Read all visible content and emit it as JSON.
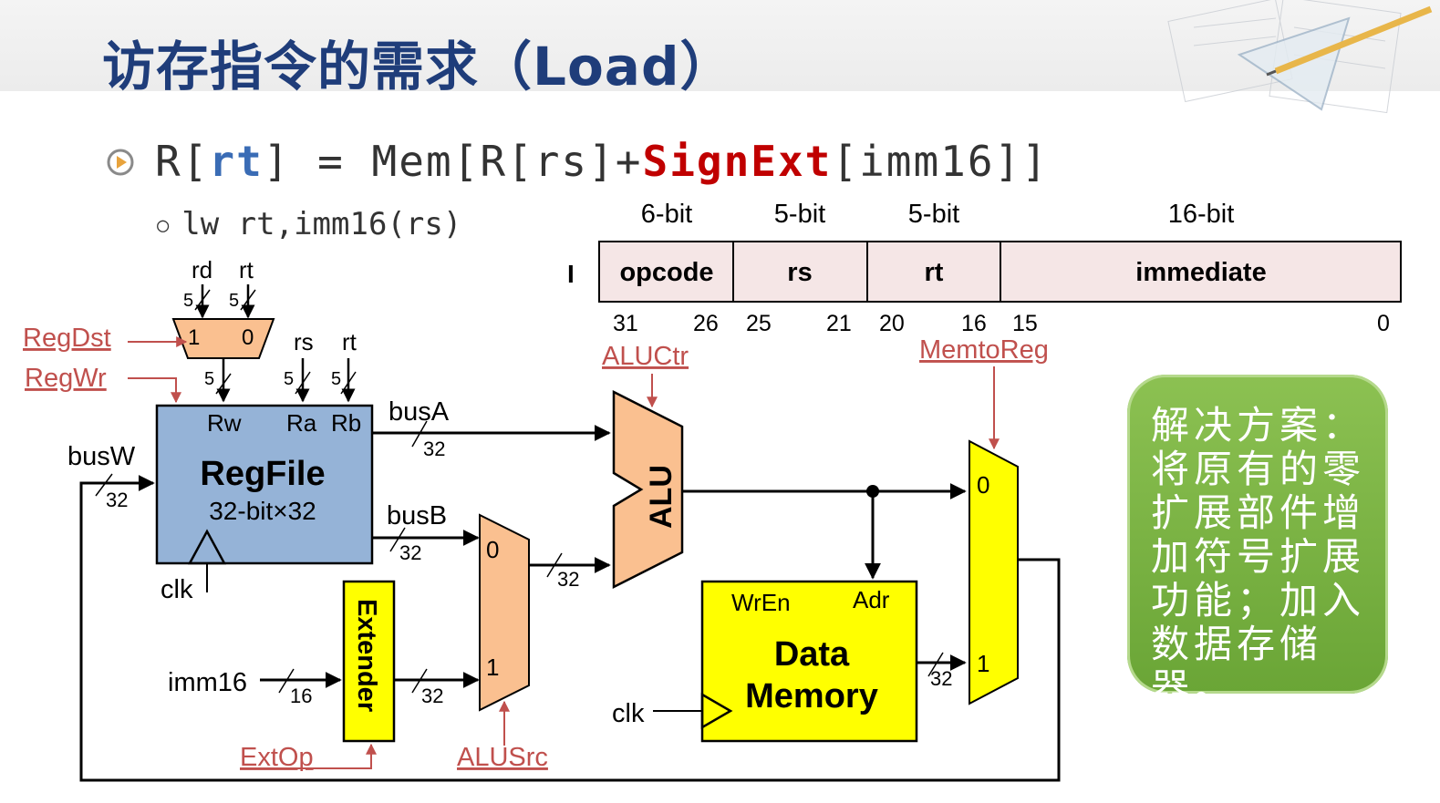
{
  "title": "访存指令的需求（Load）",
  "formula": {
    "p1": "R[",
    "rt": "rt",
    "p2": "] = Mem[R[rs]+",
    "signext": "SignExt",
    "p3": "[imm16]]"
  },
  "sub_bullet": "lw rt,imm16(rs)",
  "instruction_format": {
    "type_label": "I",
    "fields": [
      {
        "bits": "6-bit",
        "name": "opcode",
        "hi": "31",
        "lo": "26"
      },
      {
        "bits": "5-bit",
        "name": "rs",
        "hi": "25",
        "lo": "21"
      },
      {
        "bits": "5-bit",
        "name": "rt",
        "hi": "20",
        "lo": "16"
      },
      {
        "bits": "16-bit",
        "name": "immediate",
        "hi": "15",
        "lo": "0"
      }
    ],
    "fill_color": "#f5e6e6"
  },
  "control_signals": {
    "regdst": "RegDst",
    "regwr": "RegWr",
    "aluctr": "ALUCtr",
    "memtoreg": "MemtoReg",
    "extop": "ExtOp",
    "alusrc": "ALUSrc",
    "color": "#c0504d"
  },
  "regdst_mux": {
    "in1_label": "rd",
    "in0_label": "rt",
    "in1": "1",
    "in0": "0",
    "width1": "5",
    "width0": "5",
    "out_width": "5"
  },
  "regfile": {
    "title": "RegFile",
    "subtitle": "32-bit×32",
    "port_rw": "Rw",
    "port_ra": "Ra",
    "port_rb": "Rb",
    "ra_label": "rs",
    "rb_label": "rt",
    "ra_width": "5",
    "rb_width": "5",
    "clk": "clk",
    "color": "#95b3d7"
  },
  "busW": {
    "label": "busW",
    "width": "32"
  },
  "busA": {
    "label": "busA",
    "width": "32"
  },
  "busB": {
    "label": "busB",
    "width": "32"
  },
  "alusrc_mux": {
    "in0": "0",
    "in1": "1",
    "out_width": "32"
  },
  "alu": {
    "label": "ALU",
    "color": "#fac090"
  },
  "extender": {
    "label": "Extender",
    "input": "imm16",
    "in_width": "16",
    "out_width": "32",
    "color": "#ffff00"
  },
  "data_memory": {
    "line1": "Data",
    "line2": "Memory",
    "wren": "WrEn",
    "adr": "Adr",
    "clk": "clk",
    "out_width": "32",
    "color": "#ffff00"
  },
  "memtoreg_mux": {
    "in0": "0",
    "in1": "1",
    "color": "#ffff00"
  },
  "note": "解决方案：将原有的零扩展部件增加符号扩展功能；加入数据存储器。"
}
